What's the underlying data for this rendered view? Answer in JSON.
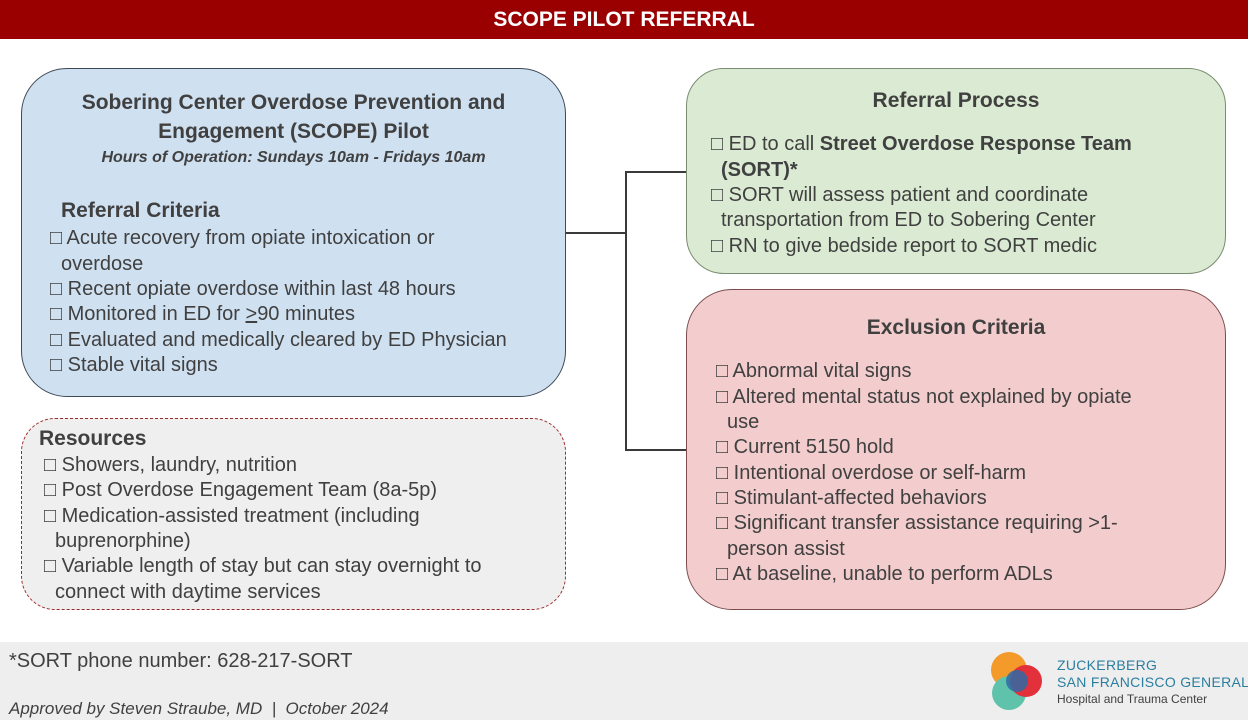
{
  "banner": {
    "title": "SCOPE PILOT REFERRAL"
  },
  "scope_box": {
    "title_line1": "Sobering Center Overdose Prevention and",
    "title_line2": "Engagement (SCOPE) Pilot",
    "hours": "Hours of Operation: Sundays 10am - Fridays 10am",
    "criteria_heading": "Referral Criteria",
    "items": [
      "□ Acute recovery from opiate intoxication or",
      "overdose",
      "□ Recent opiate overdose within last 48 hours",
      "□ Monitored in ED for ",
      ">",
      "90 minutes",
      "□ Evaluated and medically cleared by ED Physician",
      "□ Stable vital signs"
    ]
  },
  "resources_box": {
    "heading": "Resources",
    "items": [
      "□ Showers, laundry, nutrition",
      "□ Post Overdose Engagement Team (8a-5p)",
      "□ Medication-assisted treatment (including",
      "buprenorphine)",
      "□ Variable length of stay but can stay overnight to",
      "connect with daytime services"
    ]
  },
  "process_box": {
    "heading": "Referral Process",
    "line1_prefix": "□ ED to call ",
    "line1_bold": "Street Overdose Response Team",
    "line2_bold": "(SORT)*",
    "line3": "□ SORT will assess patient and coordinate",
    "line4": "transportation from ED to Sobering Center",
    "line5": "□ RN to give bedside report to SORT medic"
  },
  "exclusion_box": {
    "heading": "Exclusion Criteria",
    "items": [
      "□ Abnormal vital signs",
      "□ Altered mental status not explained by opiate",
      "use",
      "□ Current 5150 hold",
      "□ Intentional overdose or self-harm",
      "□ Stimulant-affected behaviors",
      "□ Significant transfer assistance requiring >1-",
      "person assist",
      "□ At baseline, unable to perform ADLs"
    ]
  },
  "footer": {
    "sort_phone": "*SORT phone number: 628-217-SORT",
    "approved": "Approved by Steven Straube, MD  |  October 2024",
    "logo_line1": "ZUCKERBERG",
    "logo_line2": "SAN FRANCISCO GENERAL",
    "logo_line3": "Hospital and Trauma Center"
  },
  "colors": {
    "banner": "#9b0000",
    "scope_fill": "#cfe0f1",
    "process_fill": "#dbebd3",
    "exclusion_fill": "#f3cdcd",
    "resources_fill": "#efefef"
  }
}
